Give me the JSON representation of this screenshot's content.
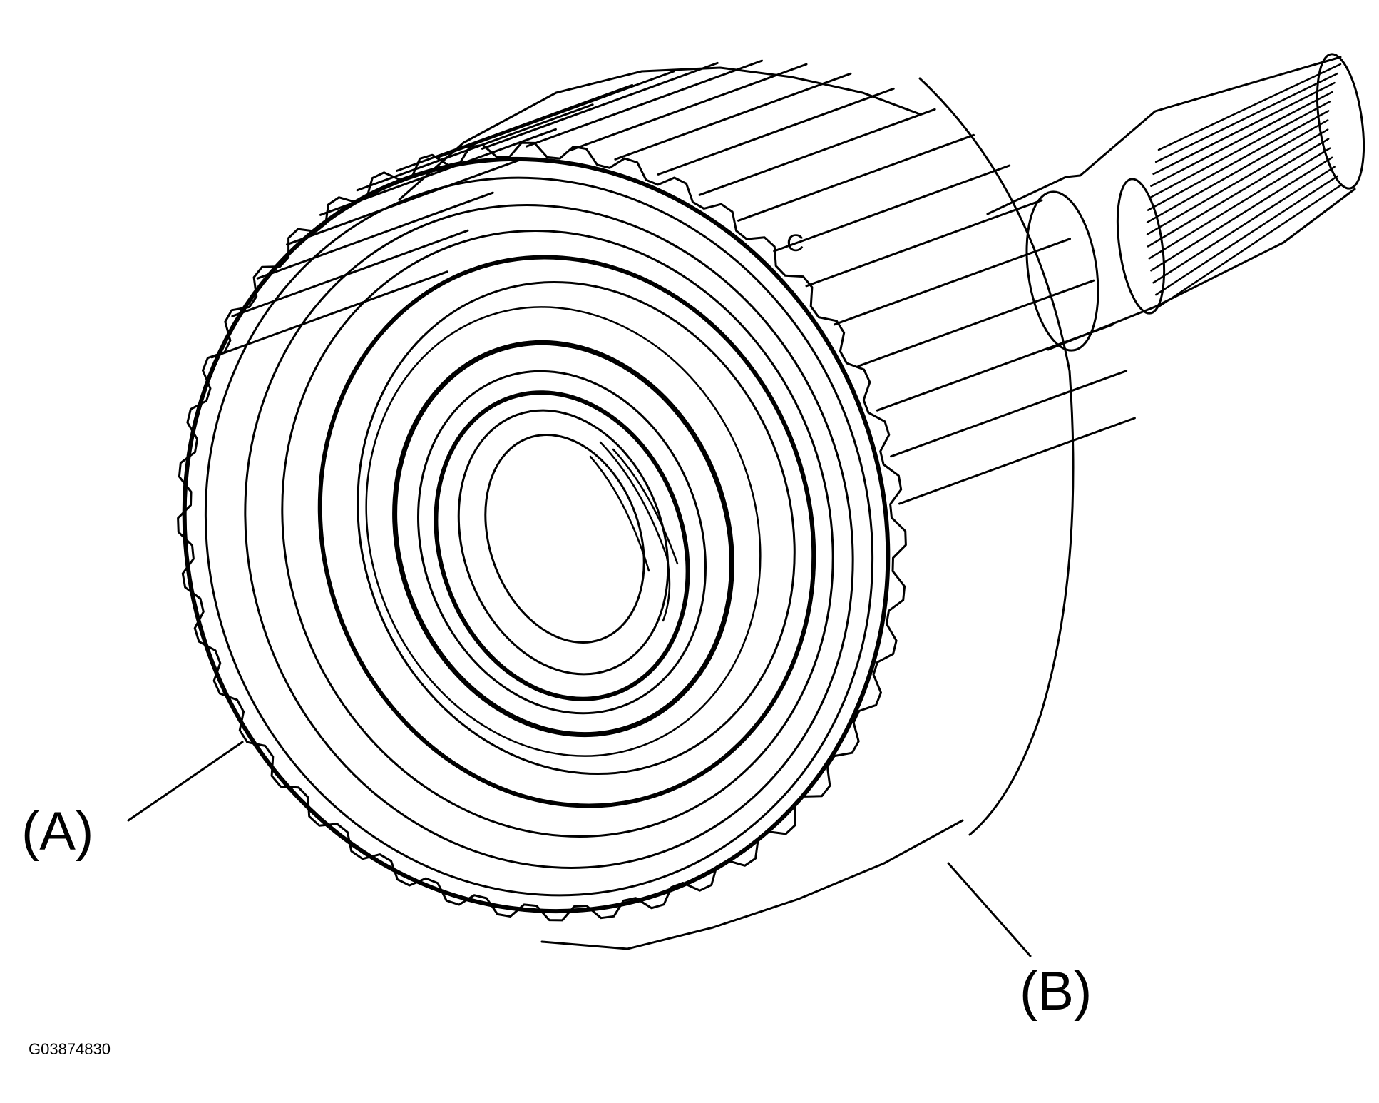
{
  "diagram": {
    "callouts": [
      {
        "id": "A",
        "label": "(A)"
      },
      {
        "id": "B",
        "label": "(B)"
      }
    ],
    "part_mark": "C",
    "figure_id": "G03874830"
  },
  "colors": {
    "ink": "#000000",
    "paper": "#ffffff"
  }
}
